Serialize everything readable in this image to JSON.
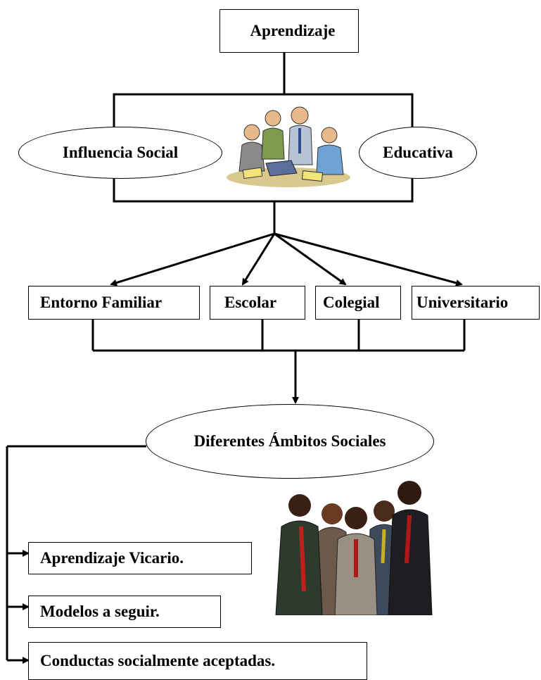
{
  "root": {
    "label": "Aprendizaje"
  },
  "influence": {
    "left": "Influencia Social",
    "right": "Educativa",
    "illustration_icon": "team-meeting-clipart-icon"
  },
  "environments": [
    {
      "label": "Entorno Familiar"
    },
    {
      "label": "Escolar"
    },
    {
      "label": "Colegial"
    },
    {
      "label": "Universitario"
    }
  ],
  "hub": {
    "label": "Diferentes Ámbitos Sociales"
  },
  "outcomes": [
    {
      "label": "Aprendizaje Vicario."
    },
    {
      "label": "Modelos a seguir."
    },
    {
      "label": "Conductas socialmente aceptadas."
    }
  ],
  "people_icon": "businessmen-group-clipart-icon"
}
